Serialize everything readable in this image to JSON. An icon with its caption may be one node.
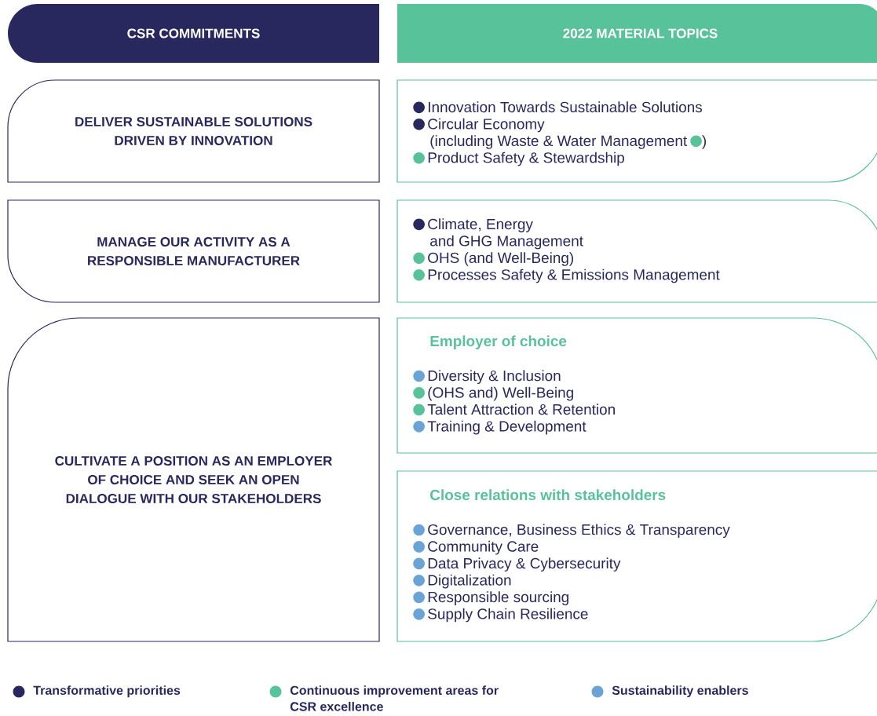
{
  "diagram": {
    "nodes": [
      {
        "text": [
          "CSR COMMITMENTS"
        ]
      },
      {
        "text": [
          "2022 MATERIAL TOPICS"
        ]
      },
      {
        "text": [
          "DELIVER SUSTAINABLE SOLUTIONS DRIVEN BY INNOVATION"
        ]
      },
      {
        "text": [
          "MANAGE OUR ACTIVITY AS A RESPONSIBLE MANUFACTURER"
        ]
      },
      {
        "text": [
          "CULTIVATE A POSITION AS AN EMPLOYER OF CHOICE AND SEEK AN OPEN DIALOGUE WITH OUR STAKEHOLDERS"
        ]
      },
      {
        "text": [
          "Innovation Towards Sustainable Solutions",
          "Circular Economy",
          "(including Waste & Water Management",
          ")",
          "Product Safety & Stewardship"
        ]
      },
      {
        "text": [
          "Climate, Energy",
          "and GHG Management",
          "OHS (and Well-Being)",
          "Processes Safety & Emissions Management"
        ]
      },
      {
        "text": [
          "Employer of choice",
          "Diversity & Inclusion",
          "(OHS and) Well-Being",
          "Talent Attraction & Retention",
          "Training & Development"
        ]
      },
      {
        "text": [
          "Close relations with stakeholders",
          "Governance, Business Ethics & Transparency",
          "Community Care",
          "Data Privacy & Cybersecurity",
          "Digitalization",
          "Responsible sourcing",
          "Supply Chain Resilience"
        ]
      }
    ],
    "legend": [
      {
        "text": "Transformative priorities",
        "color": "#28285e"
      },
      {
        "text": "Continuous improvement areas for CSR excellence",
        "color": "#58c29b"
      },
      {
        "text": "Sustainability enablers",
        "color": "#6aa3d5"
      }
    ]
  }
}
